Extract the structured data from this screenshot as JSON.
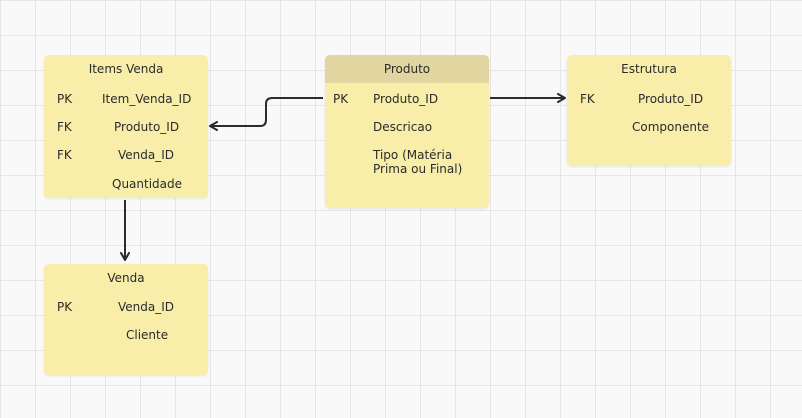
{
  "tables": {
    "items_venda": {
      "title": "Items Venda",
      "rows": [
        {
          "key": "PK",
          "field": "Item_Venda_ID"
        },
        {
          "key": "FK",
          "field": "Produto_ID"
        },
        {
          "key": "FK",
          "field": "Venda_ID"
        },
        {
          "key": "",
          "field": "Quantidade"
        }
      ]
    },
    "produto": {
      "title": "Produto",
      "rows": [
        {
          "key": "PK",
          "field": "Produto_ID"
        },
        {
          "key": "",
          "field": "Descricao"
        },
        {
          "key": "",
          "field": "Tipo (Matéria Prima ou Final)"
        }
      ]
    },
    "estrutura": {
      "title": "Estrutura",
      "rows": [
        {
          "key": "FK",
          "field": "Produto_ID"
        },
        {
          "key": "",
          "field": "Componente"
        }
      ]
    },
    "venda": {
      "title": "Venda",
      "rows": [
        {
          "key": "PK",
          "field": "Venda_ID"
        },
        {
          "key": "",
          "field": "Cliente"
        }
      ]
    }
  },
  "colors": {
    "note_fill": "#f8eda9",
    "header_band": "#e1d5a0",
    "connector": "#2b2b2b",
    "grid": "#e6e6e6"
  }
}
